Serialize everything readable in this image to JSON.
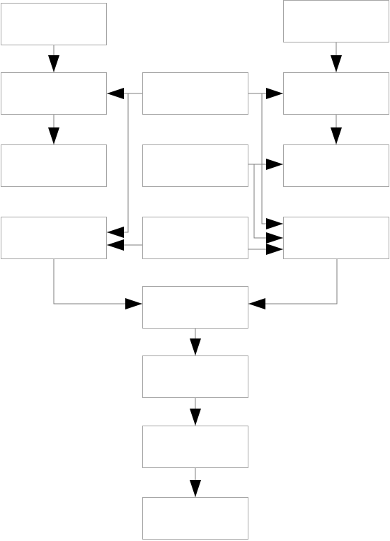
{
  "diagram": {
    "type": "flowchart",
    "colors": {
      "box_border": "#a6a6a6",
      "connector": "#7f7f7f",
      "arrowhead": "#000000",
      "background": "#ffffff"
    },
    "boxes": [
      {
        "id": "l1",
        "label": ""
      },
      {
        "id": "l2",
        "label": ""
      },
      {
        "id": "l3",
        "label": ""
      },
      {
        "id": "l4",
        "label": ""
      },
      {
        "id": "c1",
        "label": ""
      },
      {
        "id": "c2",
        "label": ""
      },
      {
        "id": "c3",
        "label": ""
      },
      {
        "id": "r1",
        "label": ""
      },
      {
        "id": "r2",
        "label": ""
      },
      {
        "id": "r3",
        "label": ""
      },
      {
        "id": "r4",
        "label": ""
      },
      {
        "id": "m1",
        "label": ""
      },
      {
        "id": "m2",
        "label": ""
      },
      {
        "id": "m3",
        "label": ""
      },
      {
        "id": "m4",
        "label": ""
      }
    ],
    "edges": [
      {
        "from": "l1",
        "to": "l2"
      },
      {
        "from": "l2",
        "to": "l3"
      },
      {
        "from": "c1",
        "to": "l2"
      },
      {
        "from": "c1",
        "to": "l4"
      },
      {
        "from": "c3",
        "to": "l4"
      },
      {
        "from": "c1",
        "to": "r2"
      },
      {
        "from": "c1",
        "to": "r4"
      },
      {
        "from": "c2",
        "to": "r3"
      },
      {
        "from": "c2",
        "to": "r4"
      },
      {
        "from": "c3",
        "to": "r4"
      },
      {
        "from": "r1",
        "to": "r2"
      },
      {
        "from": "r2",
        "to": "r3"
      },
      {
        "from": "l4",
        "to": "m1"
      },
      {
        "from": "r4",
        "to": "m1"
      },
      {
        "from": "m1",
        "to": "m2"
      },
      {
        "from": "m2",
        "to": "m3"
      },
      {
        "from": "m3",
        "to": "m4"
      }
    ]
  }
}
